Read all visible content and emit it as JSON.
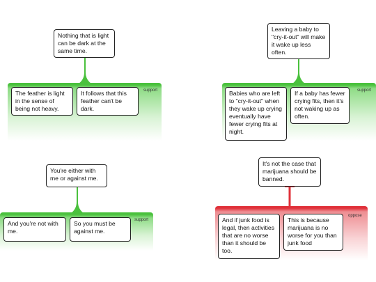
{
  "colors": {
    "support": "#4ac13d",
    "oppose": "#e0313a"
  },
  "maps": [
    {
      "claim": "Nothing that is light can be dark at the same time.",
      "relation": "support",
      "premises": [
        "The feather is light in the sense of being not heavy.",
        "It follows that this feather can't be dark."
      ]
    },
    {
      "claim": "Leaving a baby to \"cry-it-out\" will make it wake up less often.",
      "relation": "support",
      "premises": [
        "Babies who are left to \"cry-it-out\" when they wake up crying eventually have fewer crying fits at night.",
        "If a baby has fewer crying fits, then it's not waking up as often."
      ]
    },
    {
      "claim": "You're either with me or against me.",
      "relation": "support",
      "premises": [
        "And you're not with me.",
        "So you must be against me."
      ]
    },
    {
      "claim": "It's not the case that marijuana should be banned.",
      "relation": "oppose",
      "premises": [
        "And if junk food is legal, then activities that are no worse than it should be too.",
        "This is because marijuana is no worse for you than junk food"
      ]
    }
  ]
}
